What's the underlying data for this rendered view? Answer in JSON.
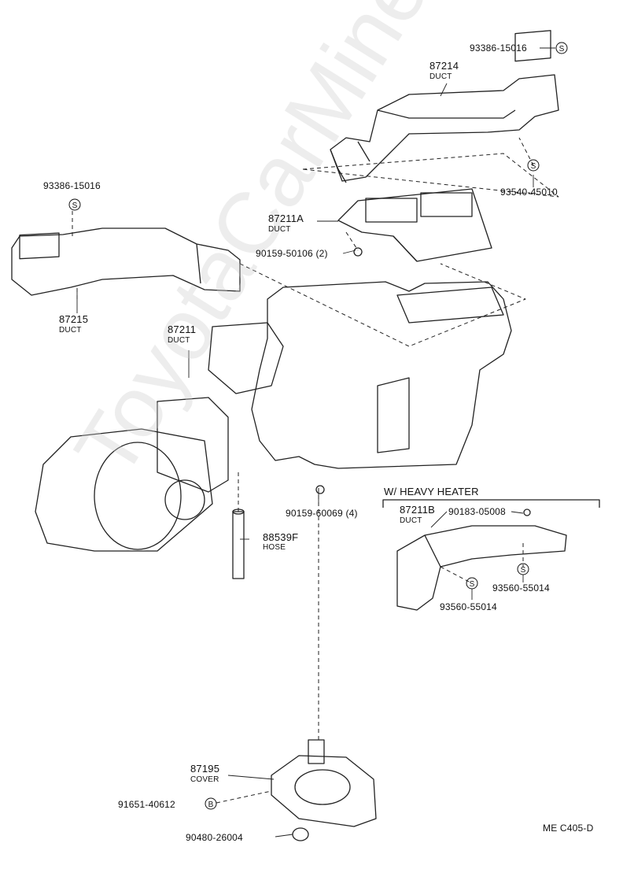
{
  "watermark": "ToyotaCarMine.ru",
  "parts": {
    "p93386_top": "93386-15016",
    "p87214": "87214",
    "p87214_name": "DUCT",
    "p93540": "93540-45010",
    "p93386_left": "93386-15016",
    "p87211A": "87211A",
    "p87211A_name": "DUCT",
    "p90159_50106": "90159-50106 (2)",
    "p87215": "87215",
    "p87215_name": "DUCT",
    "p87211": "87211",
    "p87211_name": "DUCT",
    "p90159_60069": "90159-60069 (4)",
    "p88539F": "88539F",
    "p88539F_name": "HOSE",
    "p87195": "87195",
    "p87195_name": "COVER",
    "p91651": "91651-40612",
    "p90480": "90480-26004"
  },
  "heavy_heater": {
    "title": "W/ HEAVY HEATER",
    "p87211B": "87211B",
    "p87211B_name": "DUCT",
    "p90183": "90183-05008",
    "p93560_a": "93560-55014",
    "p93560_b": "93560-55014"
  },
  "symbols": {
    "s": "S",
    "b": "B"
  },
  "code": "ME  C405-D"
}
